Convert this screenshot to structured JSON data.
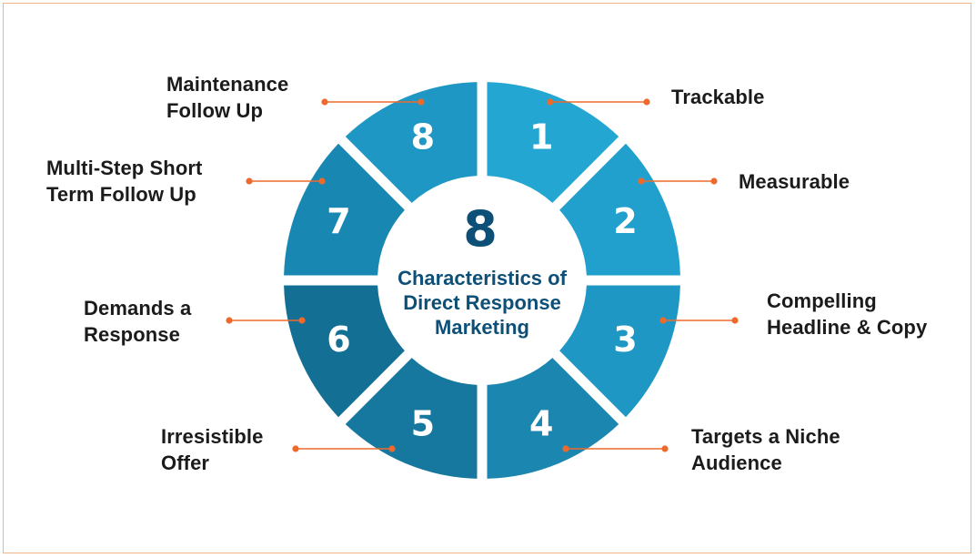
{
  "center": {
    "number": "8",
    "title": "Characteristics of\nDirect Response\nMarketing"
  },
  "segments": [
    {
      "number": "1",
      "label": "Trackable"
    },
    {
      "number": "2",
      "label": "Measurable"
    },
    {
      "number": "3",
      "label": "Compelling\nHeadline & Copy"
    },
    {
      "number": "4",
      "label": "Targets a Niche\nAudience"
    },
    {
      "number": "5",
      "label": "Irresistible\nOffer"
    },
    {
      "number": "6",
      "label": "Demands a\nResponse"
    },
    {
      "number": "7",
      "label": "Multi-Step Short\nTerm Follow Up"
    },
    {
      "number": "8",
      "label": "Maintenance\nFollow Up"
    }
  ],
  "colors": {
    "segments": [
      "#24a6d3",
      "#22a0cd",
      "#1f97c4",
      "#1b87b1",
      "#17789f",
      "#146f95",
      "#1887b2",
      "#1f97c4"
    ],
    "center_text": "#0d4f77",
    "connector": "#ee6a2c",
    "border": "#f0b48a"
  }
}
